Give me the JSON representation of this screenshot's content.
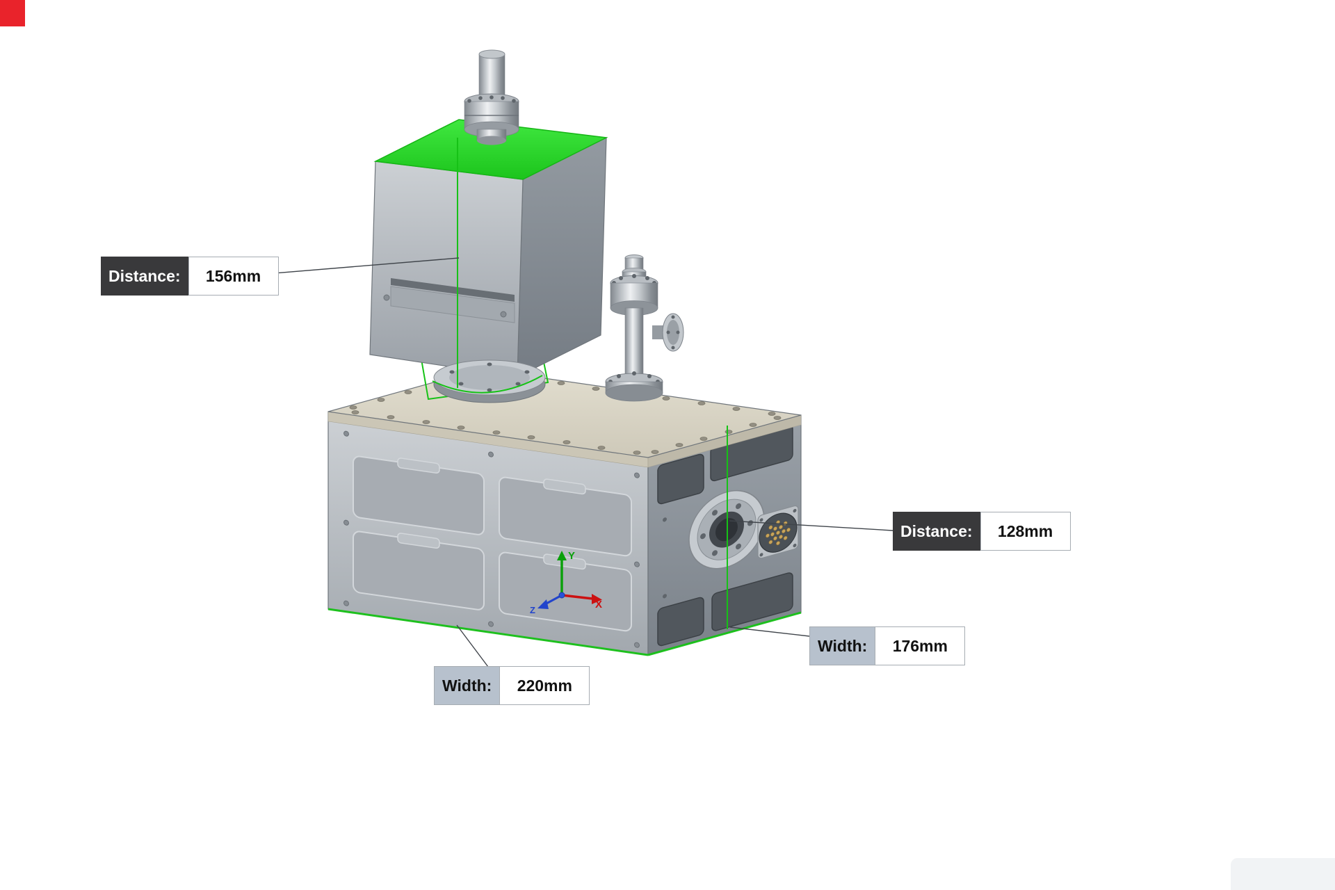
{
  "scene": {
    "background": "#ffffff"
  },
  "callouts": {
    "upper_box_height": {
      "label": "Distance:",
      "value": "156mm"
    },
    "side_flange": {
      "label": "Distance:",
      "value": "128mm"
    },
    "right_width": {
      "label": "Width:",
      "value": "176mm"
    },
    "front_width": {
      "label": "Width:",
      "value": "220mm"
    }
  },
  "triad": {
    "x_label": "X",
    "y_label": "Y",
    "z_label": "Z"
  },
  "colors": {
    "selected_face_green": "#2cd42c",
    "measure_line_green": "#16c216",
    "axis_x": "#cc1111",
    "axis_y": "#0aa00a",
    "axis_z": "#2244cc",
    "dark_callout_bg": "#39393b",
    "light_callout_bg": "#b7c1cd",
    "recording_indicator_red": "#e9232b"
  }
}
